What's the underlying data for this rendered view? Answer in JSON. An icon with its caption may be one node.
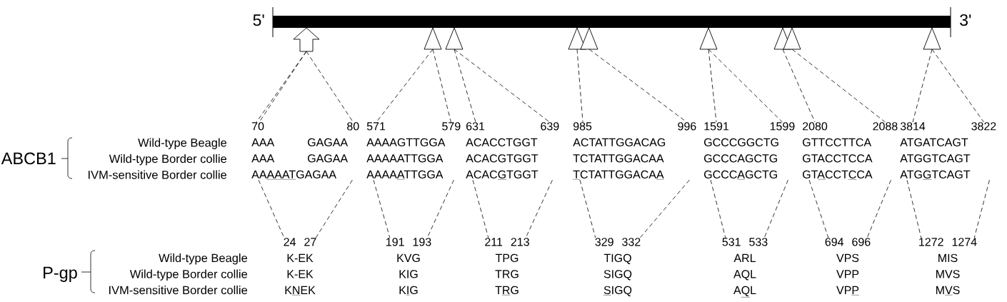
{
  "diagram": {
    "nodes": [
      {
        "text": [],
        "shape": "arrow"
      },
      {
        "text": [],
        "shape": "triangle"
      },
      {
        "text": [],
        "shape": "triangle"
      },
      {
        "text": [],
        "shape": "triangle"
      },
      {
        "text": [],
        "shape": "triangle"
      },
      {
        "text": [],
        "shape": "triangle"
      },
      {
        "text": [],
        "shape": "triangle"
      },
      {
        "text": [],
        "shape": "triangle"
      },
      {
        "text": [],
        "shape": "triangle"
      },
      {
        "text": [
          "70",
          "80",
          "AAA",
          "GAGAA",
          "AAA",
          "GAGAA",
          "AAAAATGAGAA"
        ]
      },
      {
        "text": [
          "571",
          "579",
          "AAAAGTTGGA",
          "AAAAATTGGA",
          "AAAAATTGGA"
        ]
      },
      {
        "text": [
          "631",
          "639",
          "ACACCTGGT",
          "ACACGTGGT",
          "ACACGTGGT"
        ]
      },
      {
        "text": [
          "985",
          "996",
          "ACTATTGGACAG",
          "TCTATTGGACAA",
          "TCTATTGGACAA"
        ]
      },
      {
        "text": [
          "1591",
          "1599",
          "GCCCGGCTG",
          "GCCCAGCTG",
          "GCCCAGCTG"
        ]
      },
      {
        "text": [
          "2080",
          "2088",
          "GTTCCTTCA",
          "GTACCTCCA",
          "GTACCTCCA"
        ]
      },
      {
        "text": [
          "3814",
          "3822",
          "ATGATCAGT",
          "ATGGTCAGT",
          "ATGGTCAGT"
        ]
      },
      {
        "text": [
          "24",
          "27",
          "K-EK",
          "K-EK",
          "KNEK"
        ]
      },
      {
        "text": [
          "191",
          "193",
          "KVG",
          "KIG",
          "KIG"
        ]
      },
      {
        "text": [
          "211",
          "213",
          "TPG",
          "TRG",
          "TRG"
        ]
      },
      {
        "text": [
          "329",
          "332",
          "TIGQ",
          "SIGQ",
          "SIGQ"
        ]
      },
      {
        "text": [
          "531",
          "533",
          "ARL",
          "AQL",
          "AQL"
        ]
      },
      {
        "text": [
          "694",
          "696",
          "VPS",
          "VPP",
          "VPP"
        ]
      },
      {
        "text": [
          "1272",
          "1274",
          "MIS",
          "MVS",
          "MVS"
        ]
      }
    ],
    "edges": [
      {
        "from": 0,
        "to": 9,
        "arrow": "none",
        "style": "dashed"
      },
      {
        "from": 0,
        "to": 9,
        "arrow": "none",
        "style": "dashed"
      },
      {
        "from": 0,
        "to": 9,
        "arrow": "none",
        "style": "dashed"
      },
      {
        "from": 1,
        "to": 10,
        "arrow": "none",
        "style": "dashed"
      },
      {
        "from": 1,
        "to": 10,
        "arrow": "none",
        "style": "dashed"
      },
      {
        "from": 2,
        "to": 11,
        "arrow": "none",
        "style": "dashed"
      },
      {
        "from": 2,
        "to": 11,
        "arrow": "none",
        "style": "dashed"
      },
      {
        "from": 3,
        "to": 12,
        "arrow": "none",
        "style": "dashed"
      },
      {
        "from": 4,
        "to": 12,
        "arrow": "none",
        "style": "dashed"
      },
      {
        "from": 5,
        "to": 13,
        "arrow": "none",
        "style": "dashed"
      },
      {
        "from": 5,
        "to": 13,
        "arrow": "none",
        "style": "dashed"
      },
      {
        "from": 6,
        "to": 14,
        "arrow": "none",
        "style": "dashed"
      },
      {
        "from": 7,
        "to": 14,
        "arrow": "none",
        "style": "dashed"
      },
      {
        "from": 8,
        "to": 15,
        "arrow": "none",
        "style": "dashed"
      },
      {
        "from": 8,
        "to": 15,
        "arrow": "none",
        "style": "dashed"
      },
      {
        "from": 9,
        "to": 16,
        "arrow": "none",
        "style": "dashed"
      },
      {
        "from": 9,
        "to": 16,
        "arrow": "none",
        "style": "dashed"
      },
      {
        "from": 10,
        "to": 17,
        "arrow": "none",
        "style": "dashed"
      },
      {
        "from": 10,
        "to": 17,
        "arrow": "none",
        "style": "dashed"
      },
      {
        "from": 11,
        "to": 18,
        "arrow": "none",
        "style": "dashed"
      },
      {
        "from": 11,
        "to": 18,
        "arrow": "none",
        "style": "dashed"
      },
      {
        "from": 12,
        "to": 19,
        "arrow": "none",
        "style": "dashed"
      },
      {
        "from": 12,
        "to": 19,
        "arrow": "none",
        "style": "dashed"
      },
      {
        "from": 13,
        "to": 20,
        "arrow": "none",
        "style": "dashed"
      },
      {
        "from": 13,
        "to": 20,
        "arrow": "none",
        "style": "dashed"
      },
      {
        "from": 14,
        "to": 21,
        "arrow": "none",
        "style": "dashed"
      },
      {
        "from": 14,
        "to": 21,
        "arrow": "none",
        "style": "dashed"
      },
      {
        "from": 15,
        "to": 22,
        "arrow": "none",
        "style": "dashed"
      },
      {
        "from": 15,
        "to": 22,
        "arrow": "none",
        "style": "dashed"
      }
    ],
    "labels": [
      "5'",
      "3'",
      "ABCB1",
      "Wild-type Beagle",
      "Wild-type Border collie",
      "IVM-sensitive Border collie",
      "P-gp",
      "Wild-type Beagle",
      "Wild-type Border collie",
      "IVM-sensitive Border collie"
    ]
  }
}
